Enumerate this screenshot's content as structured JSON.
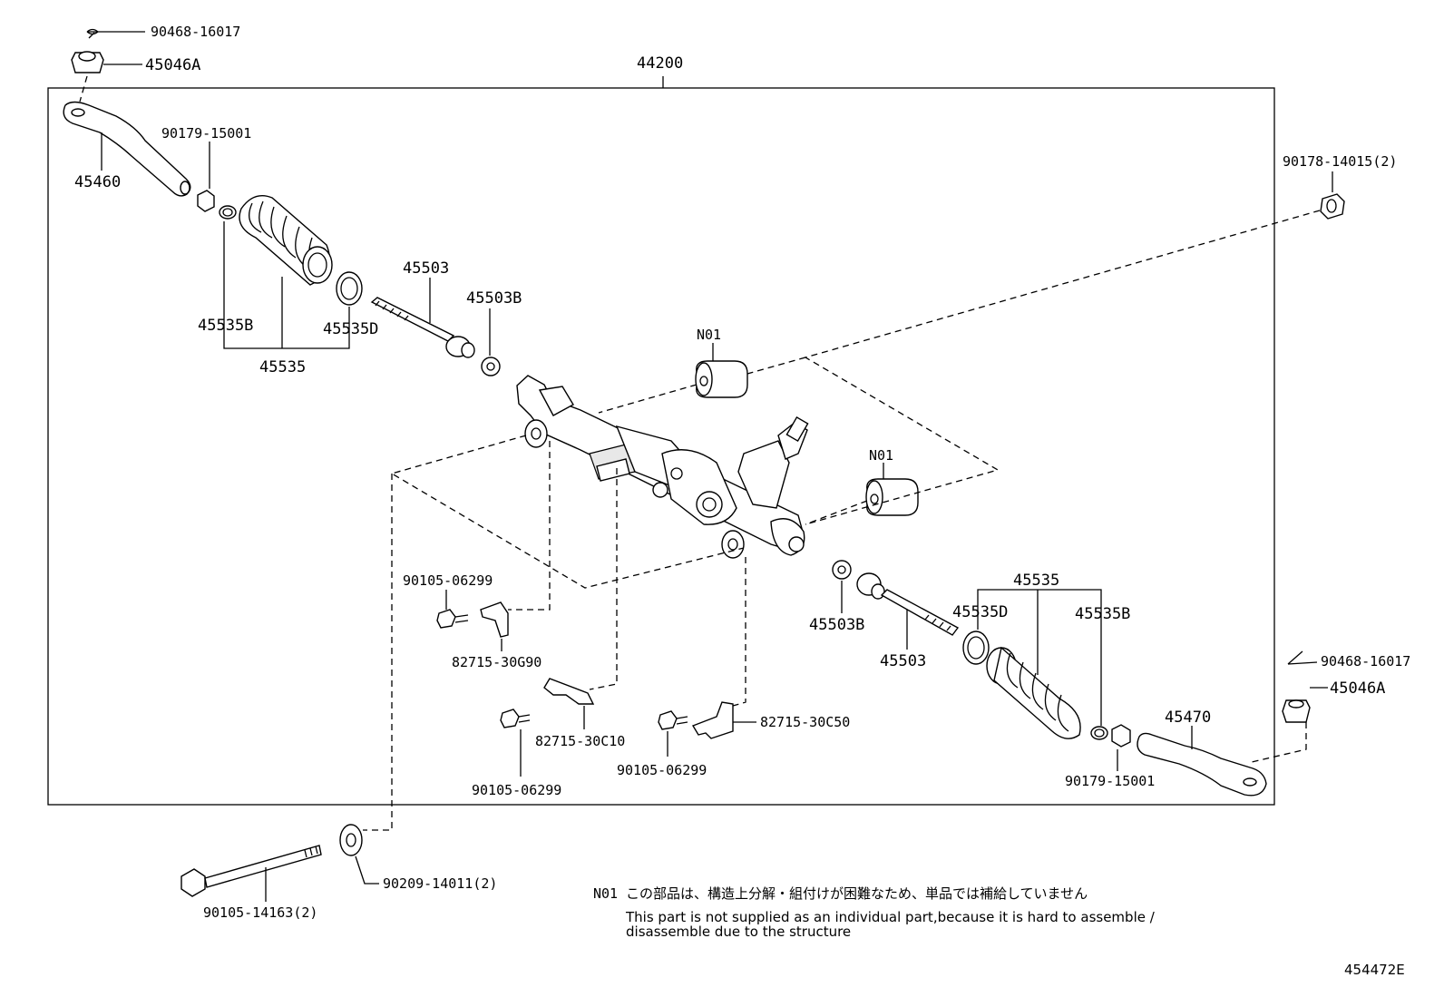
{
  "diagram": {
    "assembly_number": "44200",
    "image_code": "454472E",
    "note_code": "N01",
    "note_jp": "この部品は、構造上分解・組付けが困難なため、単品では補給していません",
    "note_en_line1": "This part is not supplied as an individual part,because it is hard to assemble /",
    "note_en_line2": "disassemble due to the structure",
    "labels": {
      "cotter_pin_left": "90468-16017",
      "nut_left": "45046A",
      "tie_rod_end_left": "45460",
      "lock_nut_left": "90179-15001",
      "boot_clamp_b_left": "45535B",
      "boot_left": "45535",
      "boot_clamp_d_left": "45535D",
      "rack_end_left": "45503",
      "washer_left": "45503B",
      "bushing_upper": "N01",
      "bushing_lower": "N01",
      "nut_right_top": "90178-14015(2)",
      "bolt_a": "90105-06299",
      "bracket_a": "82715-30G90",
      "bracket_b": "82715-30C10",
      "bolt_b": "90105-06299",
      "bracket_c": "82715-30C50",
      "bolt_c": "90105-06299",
      "washer_right": "45503B",
      "rack_end_right": "45503",
      "boot_clamp_d_right": "45535D",
      "boot_right": "45535",
      "boot_clamp_b_right": "45535B",
      "tie_rod_end_right": "45470",
      "lock_nut_right": "90179-15001",
      "cotter_pin_right": "90468-16017",
      "nut_right": "45046A",
      "long_bolt": "90105-14163(2)",
      "washer_bottom": "90209-14011(2)"
    }
  }
}
